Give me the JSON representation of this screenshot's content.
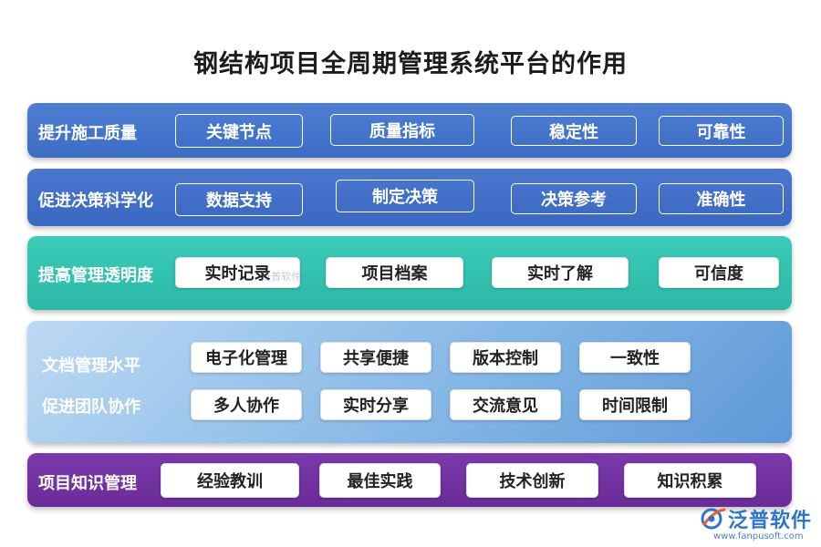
{
  "title": "钢结构项目全周期管理系统平台的作用",
  "bands": [
    {
      "label": "提升施工质量",
      "items": [
        "关键节点",
        "质量指标",
        "稳定性",
        "可靠性"
      ]
    },
    {
      "label": "促进决策科学化",
      "items": [
        "数据支持",
        "制定决策",
        "决策参考",
        "准确性"
      ]
    },
    {
      "label": "提高管理透明度",
      "items": [
        "实时记录",
        "项目档案",
        "实时了解",
        "可信度"
      ]
    },
    {
      "label_1": "文档管理水平",
      "label_2": "促进团队协作",
      "items_row1": [
        "电子化管理",
        "共享便捷",
        "版本控制",
        "一致性"
      ],
      "items_row2": [
        "多人协作",
        "实时分享",
        "交流意见",
        "时间限制"
      ]
    },
    {
      "label": "项目知识管理",
      "items": [
        "经验教训",
        "最佳实践",
        "技术创新",
        "知识积累"
      ]
    }
  ],
  "watermark": "泛普软件",
  "logo": {
    "name": "泛普软件",
    "url": "www.fanpusoft.com",
    "icon": "fanpu-logo-icon"
  },
  "colors": {
    "band_1": "#4477cc",
    "band_2": "#4272c8",
    "band_3": "#33c4b2",
    "band_4": "#86b8e6",
    "band_5": "#7135a1"
  }
}
